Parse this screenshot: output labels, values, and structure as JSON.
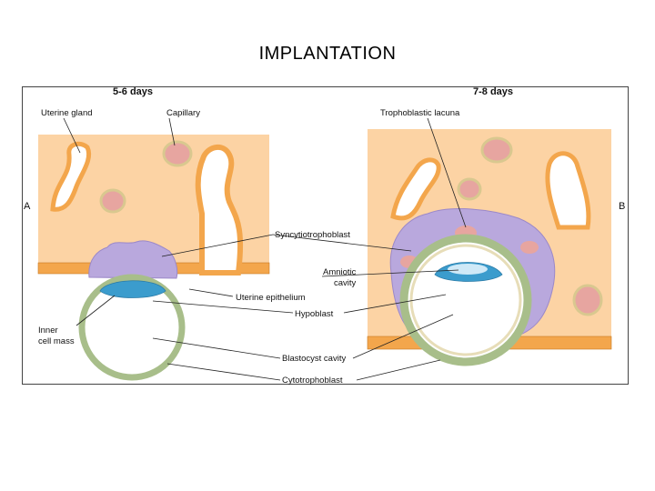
{
  "title": "IMPLANTATION",
  "panels": {
    "left_header": "5-6 days",
    "right_header": "7-8 days",
    "left_side": "A",
    "right_side": "B"
  },
  "labels": {
    "uterine_gland": "Uterine gland",
    "capillary": "Capillary",
    "trophoblastic_lacuna": "Trophoblastic lacuna",
    "syncytiotrophoblast": "Syncytiotrophoblast",
    "amniotic_cavity_line1": "Amniotic",
    "amniotic_cavity_line2": "cavity",
    "uterine_epithelium": "Uterine epithelium",
    "hypoblast": "Hypoblast",
    "inner_cell_mass_line1": "Inner",
    "inner_cell_mass_line2": "cell mass",
    "blastocyst_cavity": "Blastocyst cavity",
    "cytotrophoblast": "Cytotrophoblast"
  },
  "colors": {
    "endometrium": "#fcd3a4",
    "epithelium": "#f3a64c",
    "syncytio": "#b9a8dd",
    "cyto": "#a8be8a",
    "hypoblast": "#3b9ccd",
    "capillary": "#e7a5a0"
  }
}
